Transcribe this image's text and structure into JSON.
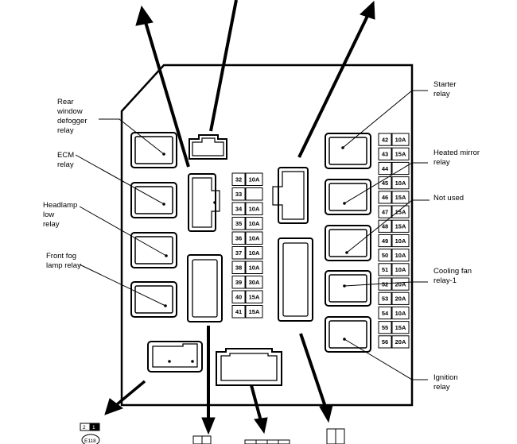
{
  "labels": {
    "rear_defogger_relay": [
      "Rear",
      "window",
      "defogger",
      "relay"
    ],
    "ecm_relay": [
      "ECM",
      "relay"
    ],
    "headlamp_low_relay": [
      "Headlamp",
      "low",
      "relay"
    ],
    "front_fog_lamp_relay": [
      "Front fog",
      "lamp relay"
    ],
    "starter_relay": [
      "Starter",
      "relay"
    ],
    "heated_mirror_relay": [
      "Heated mirror",
      "relay"
    ],
    "not_used": [
      "Not used"
    ],
    "cooling_fan_relay_1": [
      "Cooling fan",
      "relay-1"
    ],
    "ignition_relay": [
      "Ignition",
      "relay"
    ]
  },
  "fuses_center": [
    {
      "num": "32",
      "amp": "10A"
    },
    {
      "num": "33",
      "amp": ""
    },
    {
      "num": "34",
      "amp": "10A"
    },
    {
      "num": "35",
      "amp": "10A"
    },
    {
      "num": "36",
      "amp": "10A"
    },
    {
      "num": "37",
      "amp": "10A"
    },
    {
      "num": "38",
      "amp": "10A"
    },
    {
      "num": "39",
      "amp": "30A"
    },
    {
      "num": "40",
      "amp": "15A"
    },
    {
      "num": "41",
      "amp": "15A"
    }
  ],
  "fuses_right": [
    {
      "num": "42",
      "amp": "10A"
    },
    {
      "num": "43",
      "amp": "15A"
    },
    {
      "num": "44",
      "amp": ""
    },
    {
      "num": "45",
      "amp": "10A"
    },
    {
      "num": "46",
      "amp": "15A"
    },
    {
      "num": "47",
      "amp": "15A"
    },
    {
      "num": "48",
      "amp": "15A"
    },
    {
      "num": "49",
      "amp": "10A"
    },
    {
      "num": "50",
      "amp": "10A"
    },
    {
      "num": "51",
      "amp": "10A"
    },
    {
      "num": "52",
      "amp": "20A"
    },
    {
      "num": "53",
      "amp": "20A"
    },
    {
      "num": "54",
      "amp": "10A"
    },
    {
      "num": "55",
      "amp": "15A"
    },
    {
      "num": "56",
      "amp": "20A"
    }
  ],
  "connectors": {
    "bottom_left_top": "2",
    "bottom_left_bottom": "1",
    "bottom_left_round": "E118"
  }
}
